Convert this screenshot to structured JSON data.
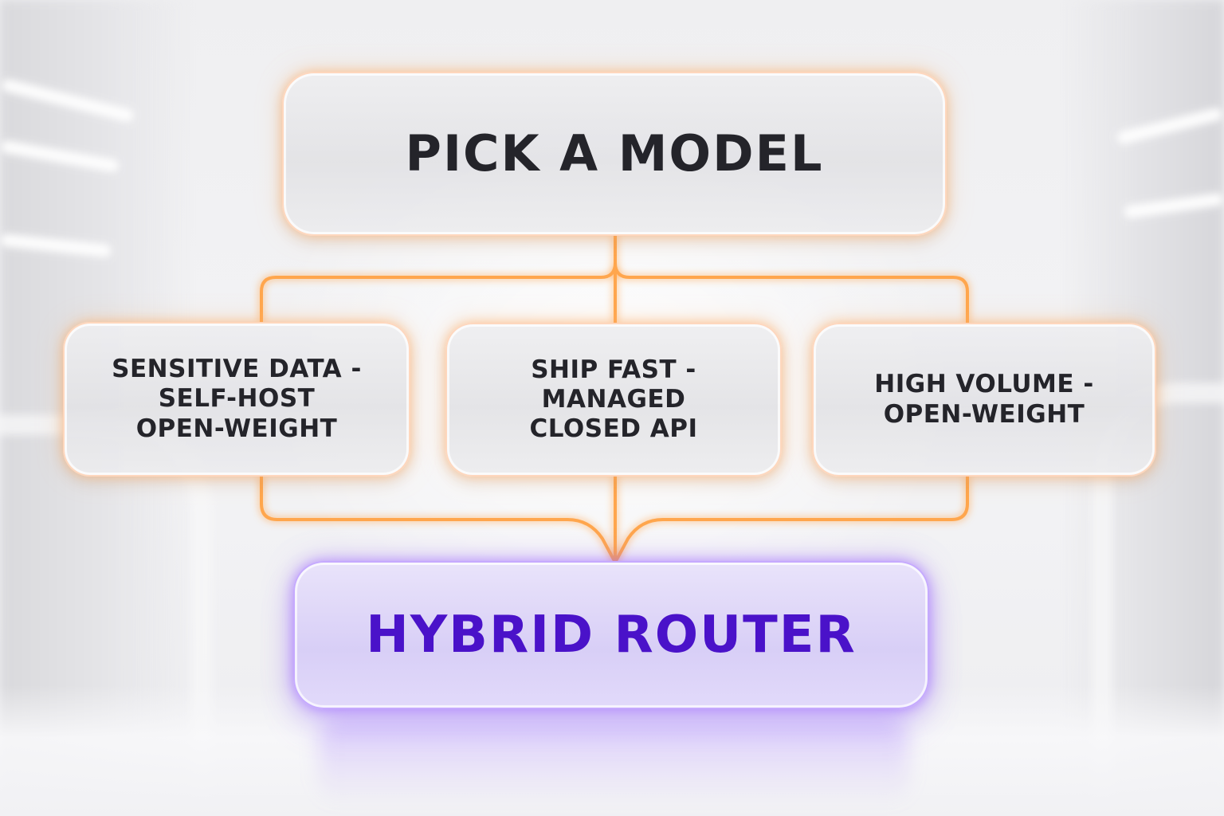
{
  "diagram": {
    "nodes": [
      {
        "id": "pick",
        "label": "PICK A MODEL"
      },
      {
        "id": "sensitive",
        "label": "SENSITIVE DATA -\nSELF-HOST\nOPEN-WEIGHT"
      },
      {
        "id": "ship",
        "label": "SHIP FAST -\nMANAGED\nCLOSED API"
      },
      {
        "id": "volume",
        "label": "HIGH VOLUME -\nOPEN-WEIGHT"
      },
      {
        "id": "router",
        "label": "HYBRID ROUTER"
      }
    ],
    "edges": [
      {
        "from": "pick",
        "to": "sensitive"
      },
      {
        "from": "pick",
        "to": "ship"
      },
      {
        "from": "pick",
        "to": "volume"
      },
      {
        "from": "sensitive",
        "to": "router"
      },
      {
        "from": "ship",
        "to": "router"
      },
      {
        "from": "volume",
        "to": "router"
      }
    ],
    "colors": {
      "connector": "#ffa64d",
      "node_text": "#24242a",
      "router_text": "#4a12c9",
      "router_accent": "#9b6bff"
    }
  }
}
